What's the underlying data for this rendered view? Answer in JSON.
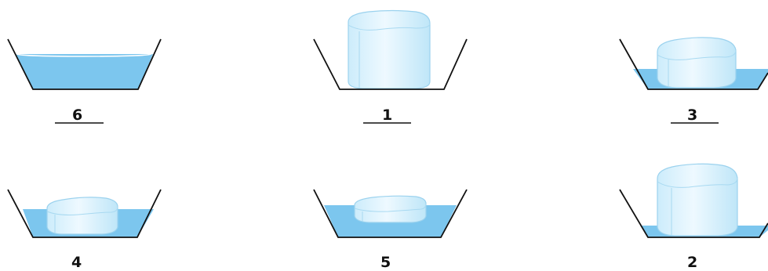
{
  "panels": [
    {
      "id": "p6",
      "label": "6",
      "content": "water-only",
      "water_fill": 0.62
    },
    {
      "id": "p1",
      "label": "1",
      "content": "ice-only",
      "water_fill": 0.0
    },
    {
      "id": "p3",
      "label": "3",
      "content": "ice-in-water",
      "water_fill": 0.28
    },
    {
      "id": "p4",
      "label": "4",
      "content": "ice-in-water",
      "water_fill": 0.45
    },
    {
      "id": "p5",
      "label": "5",
      "content": "ice-in-water",
      "water_fill": 0.62
    },
    {
      "id": "p2",
      "label": "2",
      "content": "ice-in-water",
      "water_fill": 0.18
    }
  ],
  "colors": {
    "water": "#7cc6ee",
    "ice_fill": "#d9f1fd",
    "ice_edge": "#9bd2ee",
    "bowl_line": "#111111"
  }
}
